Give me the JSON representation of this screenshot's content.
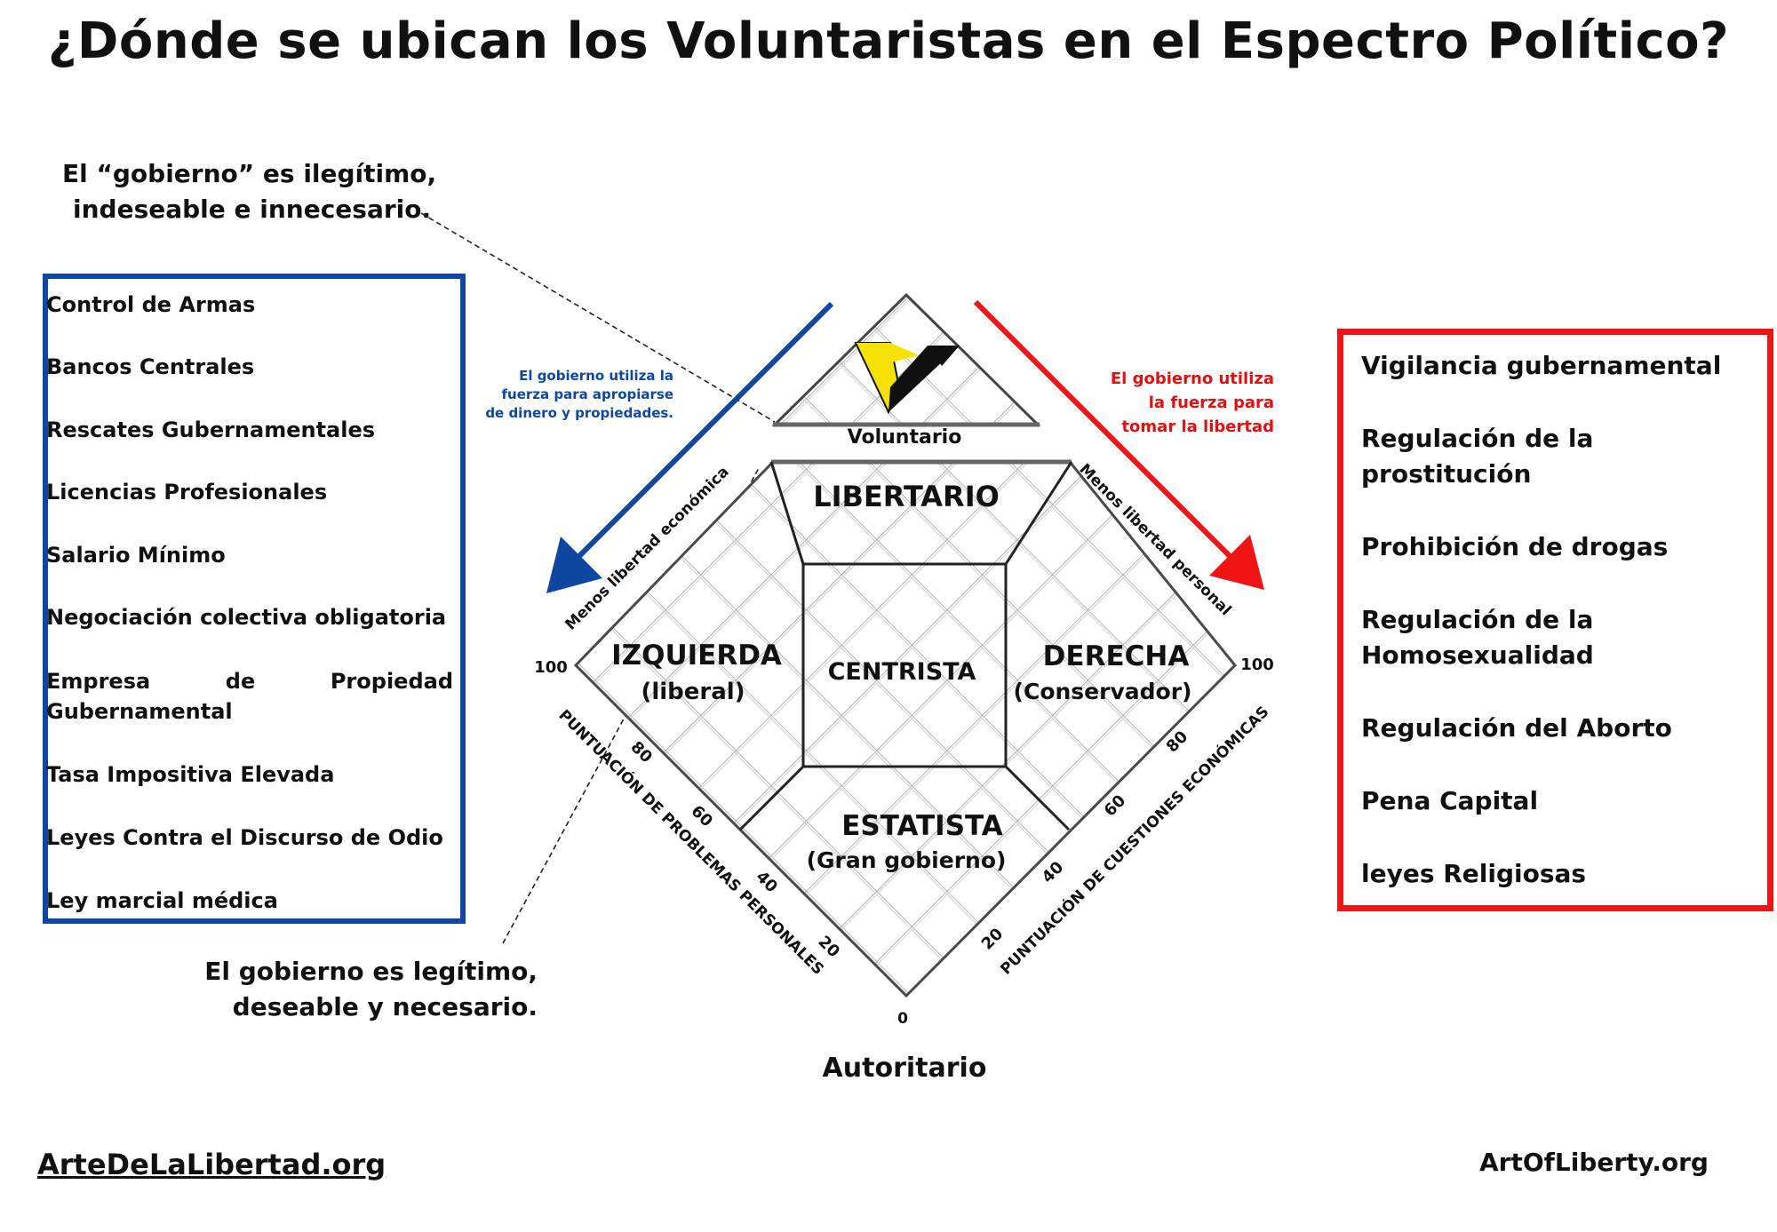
{
  "title": "¿Dónde se ubican los Voluntaristas en el Espectro Político?",
  "notes": {
    "top": [
      "El “gobierno” es ilegítimo,",
      "indeseable e innecesario."
    ],
    "bottom": [
      "El gobierno es legítimo,",
      "deseable y necesario."
    ]
  },
  "left_list": {
    "color": "#0d47a1",
    "items": [
      "Control de Armas",
      "Bancos Centrales",
      "Rescates Gubernamentales",
      "Licencias Profesionales",
      "Salario Mínimo",
      "Negociación colectiva obligatoria",
      "Empresa de Propiedad Gubernamental",
      "Tasa Impositiva Elevada",
      "Leyes Contra el Discurso de Odio",
      "Ley marcial médica"
    ]
  },
  "right_list": {
    "color": "#f01414",
    "items": [
      "Vigilancia gubernamental",
      "Regulación de la prostitución",
      "Prohibición de drogas",
      "Regulación de la Homosexualidad",
      "Regulación del Aborto",
      "Pena Capital",
      "leyes Religiosas"
    ]
  },
  "arrows": {
    "blue": [
      "El gobierno utiliza la",
      "fuerza para apropiarse",
      "de dinero y propiedades."
    ],
    "red": [
      "El gobierno utiliza",
      "la fuerza para",
      "tomar la libertad"
    ]
  },
  "diagram": {
    "top_label": "Voluntario",
    "bottom_label": "Autoritario",
    "regions": {
      "libertario": "LIBERTARIO",
      "izquierda": "IZQUIERDA",
      "izquierda_sub": "(liberal)",
      "centrista": "CENTRISTA",
      "derecha": "DERECHA",
      "derecha_sub": "(Conservador)",
      "estatista": "ESTATISTA",
      "estatista_sub": "(Gran gobierno)"
    },
    "edge_left": "Menos libertad económica",
    "edge_right": "Menos libertad personal",
    "axis_left": "PUNTUACIÓN DE PROBLEMAS PERSONALES",
    "axis_right": "PUNTUACIÓN DE CUESTIONES ECONÓMICAS",
    "ticks": [
      "100",
      "80",
      "60",
      "40",
      "20",
      "0"
    ]
  },
  "footer": {
    "left": "ArteDeLaLibertad.org",
    "right": "ArtOfLiberty.org"
  },
  "colors": {
    "logo_yellow": "#f5e100",
    "logo_black": "#111111"
  }
}
